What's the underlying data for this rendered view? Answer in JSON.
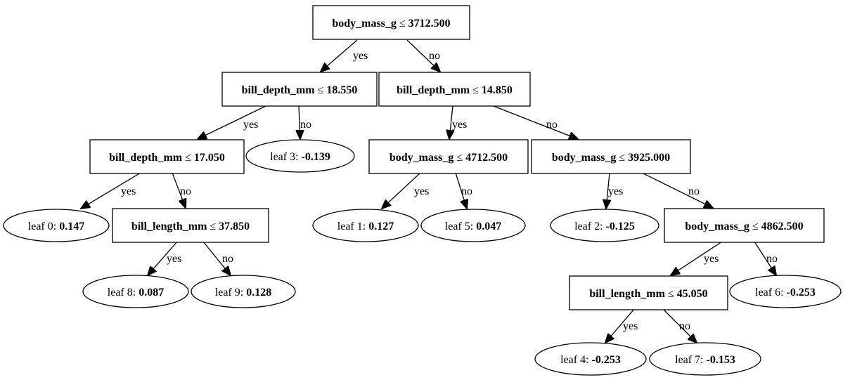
{
  "splits": {
    "s0": {
      "feature": "body_mass_g",
      "op": "≤",
      "threshold": "3712.500"
    },
    "s1": {
      "feature": "bill_depth_mm",
      "op": "≤",
      "threshold": "18.550"
    },
    "s2": {
      "feature": "bill_depth_mm",
      "op": "≤",
      "threshold": "14.850"
    },
    "s3": {
      "feature": "bill_depth_mm",
      "op": "≤",
      "threshold": "17.050"
    },
    "s4": {
      "feature": "body_mass_g",
      "op": "≤",
      "threshold": "4712.500"
    },
    "s5": {
      "feature": "body_mass_g",
      "op": "≤",
      "threshold": "3925.000"
    },
    "s6": {
      "feature": "bill_length_mm",
      "op": "≤",
      "threshold": "37.850"
    },
    "s7": {
      "feature": "body_mass_g",
      "op": "≤",
      "threshold": "4862.500"
    },
    "s8": {
      "feature": "bill_length_mm",
      "op": "≤",
      "threshold": "45.050"
    }
  },
  "leaves": {
    "l0": {
      "name": "leaf 0:",
      "value": "0.147"
    },
    "l1": {
      "name": "leaf 1:",
      "value": "0.127"
    },
    "l2": {
      "name": "leaf 2:",
      "value": "-0.125"
    },
    "l3": {
      "name": "leaf 3:",
      "value": "-0.139"
    },
    "l4": {
      "name": "leaf 4:",
      "value": "-0.253"
    },
    "l5": {
      "name": "leaf 5:",
      "value": "0.047"
    },
    "l6": {
      "name": "leaf 6:",
      "value": "-0.253"
    },
    "l7": {
      "name": "leaf 7:",
      "value": "-0.153"
    },
    "l8": {
      "name": "leaf 8:",
      "value": "0.087"
    },
    "l9": {
      "name": "leaf 9:",
      "value": "0.128"
    }
  },
  "edge_labels": {
    "yes": "yes",
    "no": "no"
  }
}
